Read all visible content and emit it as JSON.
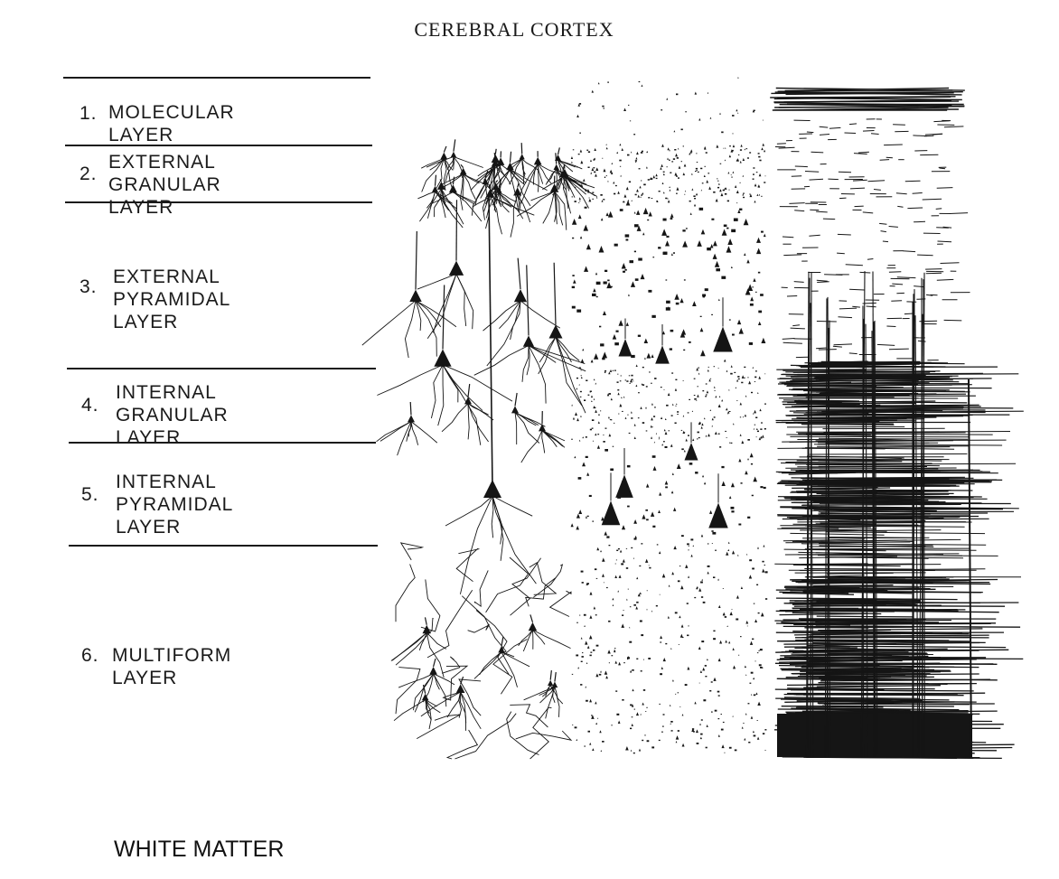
{
  "title": "CEREBRAL CORTEX",
  "layers": [
    {
      "number": "1.",
      "name": "MOLECULAR LAYER"
    },
    {
      "number": "2.",
      "name": "EXTERNAL GRANULAR\nLAYER"
    },
    {
      "number": "3.",
      "name": "EXTERNAL PYRAMIDAL\nLAYER"
    },
    {
      "number": "4.",
      "name": "INTERNAL GRANULAR\nLAYER"
    },
    {
      "number": "5.",
      "name": "INTERNAL PYRAMIDAL\nLAYER"
    },
    {
      "number": "6.",
      "name": "MULTIFORM LAYER"
    }
  ],
  "footer_label": "WHITE MATTER",
  "colors": {
    "ink": "#1a1a1a",
    "background": "#ffffff"
  }
}
